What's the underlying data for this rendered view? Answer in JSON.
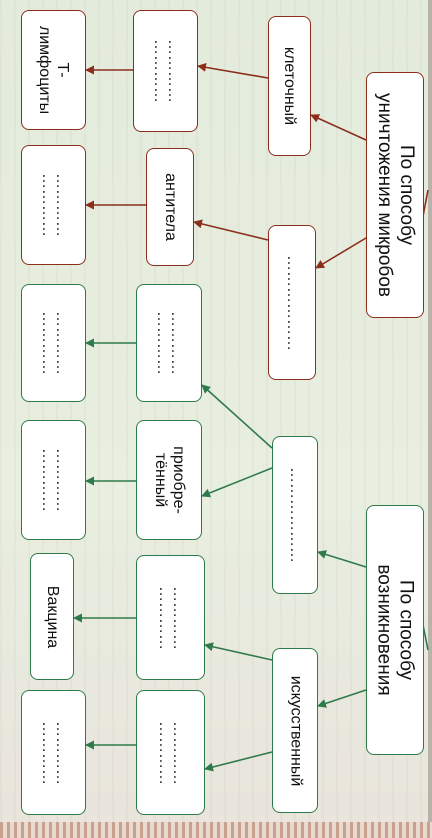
{
  "colors": {
    "brown": "#8b2e1b",
    "green": "#2f7a4a"
  },
  "nodes": {
    "root_destruction": "По способу\nуничтожения микробов",
    "root_origin": "По способу\nвозникновения",
    "cellular": "клеточный",
    "humoral_blank": "………………",
    "t_lymphocytes": "Т-\nлимфоциты",
    "cellular_blank": "…………\n…………",
    "antibodies": "антитела",
    "antibodies_blank": "…………\n…………",
    "natural_blank": "………………",
    "natural_sub1": "…………\n…………",
    "natural_sub1_leaf": "…………\n…………",
    "acquired": "приобре-\nтённый",
    "acquired_leaf": "…………\n…………",
    "artificial": "искусственный",
    "artificial_sub1": "…………\n…………",
    "vaccine": "Вакцина",
    "artificial_sub2": "…………\n…………",
    "artificial_sub2_leaf": "…………\n…………"
  }
}
